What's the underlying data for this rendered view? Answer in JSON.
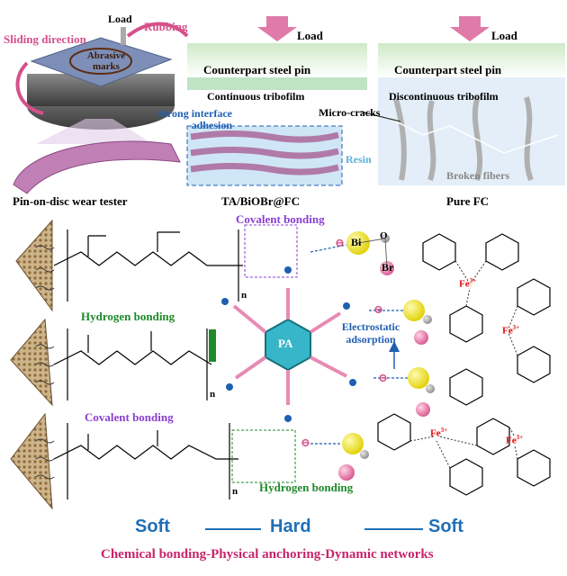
{
  "top": {
    "tester": {
      "load": "Load",
      "rubbing": "Rubbing",
      "sliding_direction": "Sliding direction",
      "abrasive_marks": "Abrasive marks",
      "caption": "Pin-on-disc wear tester"
    },
    "panel_composite": {
      "load": "Load",
      "pin": "Counterpart steel pin",
      "film": "Continuous tribofilm",
      "adhesion": "Strong interface adhesion",
      "caption": "TA/BiOBr@FC"
    },
    "panel_pure": {
      "load": "Load",
      "pin": "Counterpart steel pin",
      "film": "Discontinuous tribofilm",
      "cracks": "Micro-cracks",
      "resin": "Resin",
      "fibers": "Broken fibers",
      "caption": "Pure FC"
    }
  },
  "mechanism": {
    "covalent_top": "Covalent bonding",
    "covalent_left": "Covalent bonding",
    "hydrogen_left": "Hydrogen bonding",
    "hydrogen_bottom": "Hydrogen bonding",
    "electrostatic": "Electrostatic adsorption",
    "pa_label": "PA",
    "bi": "Bi",
    "o": "O",
    "br": "Br",
    "fe": "Fe",
    "fe_charge": "3+",
    "minus": "⊖",
    "subscript_n": "n"
  },
  "bottom": {
    "soft_left": "Soft",
    "hard": "Hard",
    "soft_right": "Soft",
    "tagline": "Chemical bonding-Physical anchoring-Dynamic networks"
  },
  "colors": {
    "pink_label": "#d6508a",
    "blue_label": "#1f5fb3",
    "green_label": "#1e8a2a",
    "purple_label": "#8a3fd1",
    "bottom_blue": "#1f6fb8",
    "tagline_pink": "#c8246a",
    "load_arrow": "#e07aa8",
    "pa_fill": "#36b6c8"
  }
}
